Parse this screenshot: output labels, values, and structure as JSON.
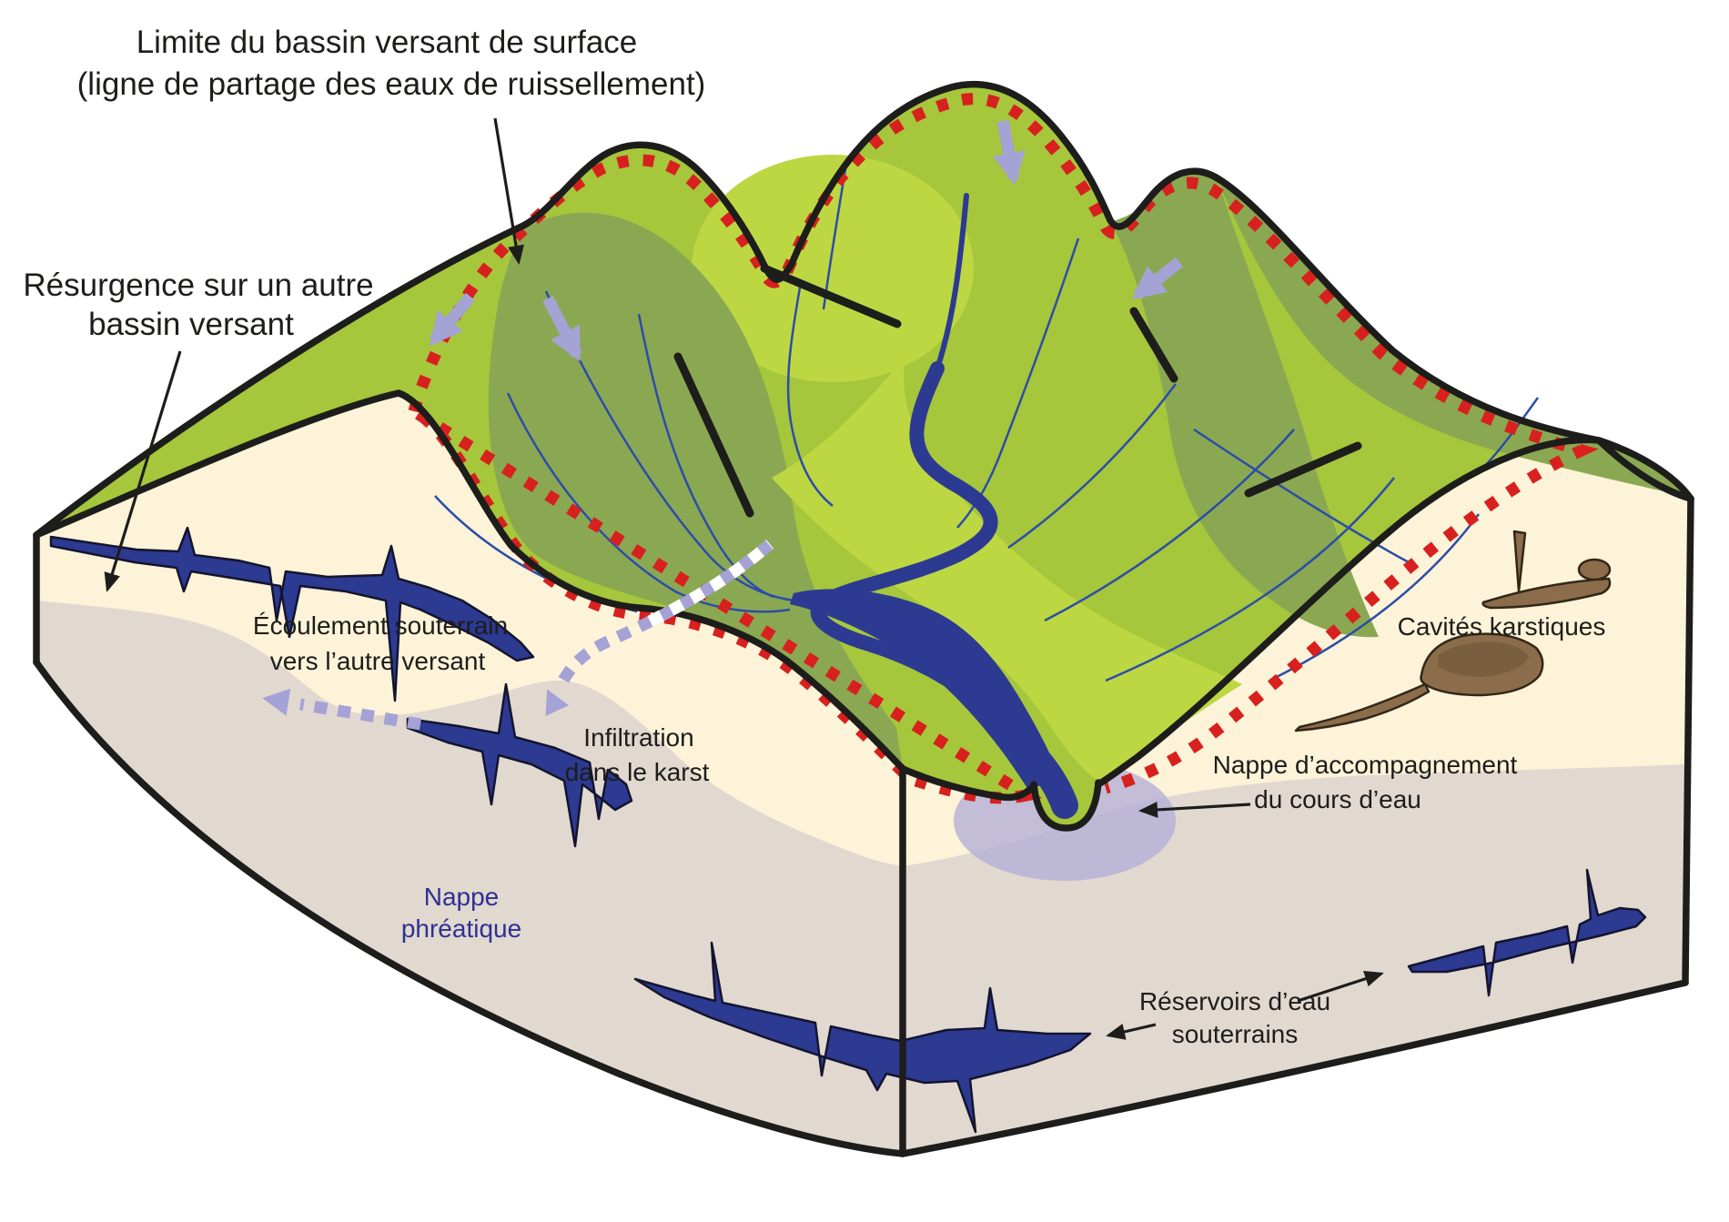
{
  "diagram": {
    "title_line1": "Limite du bassin versant de surface",
    "title_line2": "(ligne de partage des eaux de ruissellement)",
    "labels": {
      "resurgence_line1": "Résurgence sur un autre",
      "resurgence_line2": "bassin versant",
      "ecoulement_line1": "Écoulement souterrain",
      "ecoulement_line2": "vers l’autre versant",
      "infiltration_line1": "Infiltration",
      "infiltration_line2": "dans le karst",
      "nappe_line1": "Nappe",
      "nappe_line2": "phréatique",
      "cavites": "Cavités karstiques",
      "accompagnement_line1": "Nappe d’accompagnement",
      "accompagnement_line2": "du cours d’eau",
      "reservoirs_line1": "Réservoirs d’eau",
      "reservoirs_line2": "souterrains"
    },
    "colors": {
      "terrain_green": "#a6c63c",
      "terrain_light": "#bdd742",
      "terrain_shade": "#8aa851",
      "face_cream": "#fcf3d8",
      "face_grey": "#e1d8d0",
      "water_navy": "#2c3a92",
      "stream_blue": "#2d4da8",
      "boundary_red": "#d8201f",
      "runoff_arrow_purple": "#a5a2d6",
      "alluvial_halo_purple": "#b6b1d8",
      "karst_brown": "#8b6d4b",
      "label_blue": "#2e3192",
      "outline_black": "#1d1d1b"
    }
  }
}
